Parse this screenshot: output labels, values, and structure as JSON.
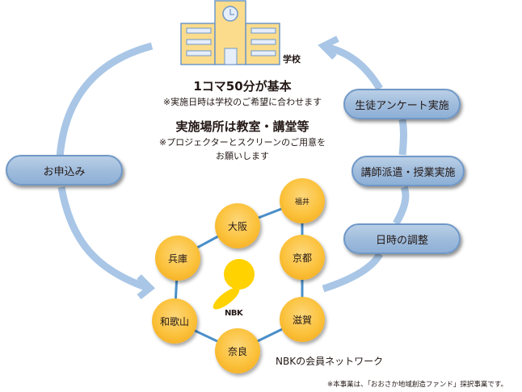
{
  "school": {
    "label": "学校",
    "icon": "school-building-icon"
  },
  "center": {
    "headline1": "1コマ50分が基本",
    "note1": "※実施日時は学校のご希望に合わせます",
    "headline2": "実施場所は教室・講堂等",
    "note2_line1": "※プロジェクターとスクリーンのご用意を",
    "note2_line2": "お願いします"
  },
  "steps": {
    "apply": "お申込み",
    "survey": "生徒アンケート実施",
    "dispatch": "講師派遣・授業実施",
    "schedule": "日時の調整"
  },
  "network": {
    "label": "NBKの会員ネットワーク",
    "logo_text": "NBK",
    "nodes": [
      "福井",
      "大阪",
      "兵庫",
      "京都",
      "和歌山",
      "滋賀",
      "奈良"
    ]
  },
  "colors": {
    "arrow": "#a9c6e6",
    "pill_border": "#6f98c8",
    "node_orange": "#f9b92c",
    "link_blue": "#4a8fc9",
    "logo_yellow": "#ffd200"
  },
  "footer": "※本事業は、「おおさか地域創造ファンド」採択事業です。"
}
